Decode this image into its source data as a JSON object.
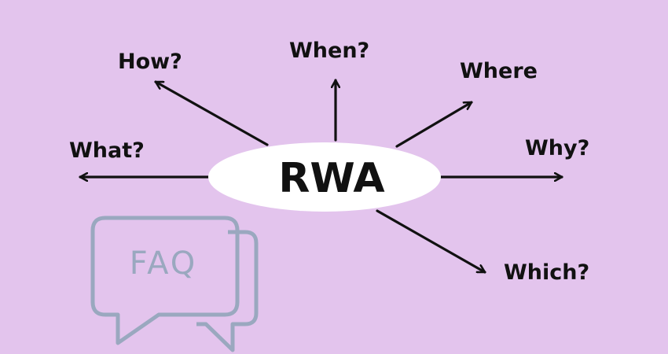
{
  "center": {
    "label": "RWA"
  },
  "questions": {
    "how": "How?",
    "when": "When?",
    "where": "Where",
    "what": "What?",
    "why": "Why?",
    "which": "Which?"
  },
  "faq_icon": {
    "text": "FAQ",
    "icon": "chat-bubbles-icon"
  },
  "colors": {
    "background": "#e3c4ed",
    "ink": "#111111",
    "ellipse_fill": "#ffffff",
    "faq_stroke": "#9aa8bf"
  }
}
